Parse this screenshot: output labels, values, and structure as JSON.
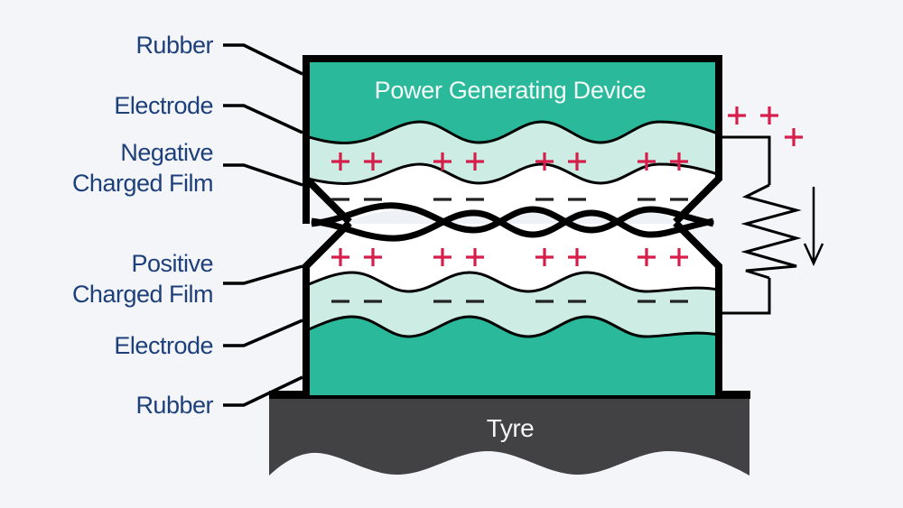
{
  "title": "Power Generating Device",
  "labels": {
    "rubber_top": "Rubber",
    "electrode_top": "Electrode",
    "negative_film_line1": "Negative",
    "negative_film_line2": "Charged Film",
    "positive_film_line1": "Positive",
    "positive_film_line2": "Charged Film",
    "electrode_bottom": "Electrode",
    "rubber_bottom": "Rubber"
  },
  "tyre_label": "Tyre",
  "charges": {
    "positive_symbol": "+",
    "negative_symbol": "−",
    "groups_per_row": 4,
    "symbols_per_group": 2
  },
  "circuit": {
    "components": [
      "resistor",
      "current-arrow-down"
    ],
    "external_charges": 3
  },
  "colors": {
    "background": "#f3f5f9",
    "rubber": "#2bb99b",
    "electrode": "#cdece4",
    "film": "#ffffff",
    "gap": "#eef1f5",
    "tyre": "#424144",
    "label_text": "#1d3f7a",
    "positive_charge": "#d61e4a",
    "outline": "#000000"
  }
}
